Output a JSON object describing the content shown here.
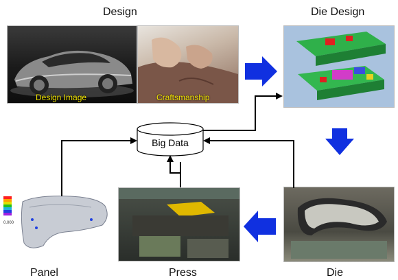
{
  "stages": {
    "design": "Design",
    "die_design": "Die Design",
    "panel": "Panel",
    "press": "Press",
    "die": "Die"
  },
  "captions": {
    "design_image": "Design Image",
    "craftsmanship": "Craftsmanship"
  },
  "hub": {
    "label": "Big Data"
  },
  "panel_legend": {
    "min": "0.000"
  },
  "colors": {
    "arrow_blue": "#1030e0",
    "connector": "#000000",
    "caption": "#f3e600"
  },
  "icons": [
    "car-render-image",
    "clay-sculpting-image",
    "die-design-cad-image",
    "die-photo-image",
    "press-machine-image",
    "panel-simulation-image",
    "database-cylinder-icon"
  ]
}
